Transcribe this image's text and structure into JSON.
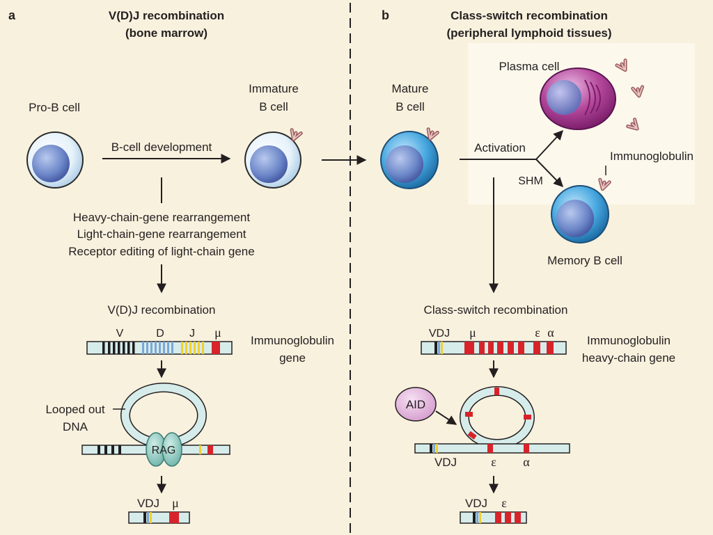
{
  "panels": {
    "a": {
      "letter": "a",
      "title_line1": "V(D)J recombination",
      "title_line2": "(bone marrow)",
      "pro_b_cell": "Pro-B cell",
      "immature_b_cell_line1": "Immature",
      "immature_b_cell_line2": "B cell",
      "development_label": "B-cell development",
      "rearrangement_steps": [
        "Heavy-chain-gene rearrangement",
        "Light-chain-gene rearrangement",
        "Receptor editing of light-chain gene"
      ],
      "vdj_recombination_label": "V(D)J recombination",
      "segment_labels": {
        "v": "V",
        "d": "D",
        "j": "J",
        "mu": "μ"
      },
      "gene_label_line1": "Immunoglobulin",
      "gene_label_line2": "gene",
      "looped_out_line1": "Looped out",
      "looped_out_line2": "DNA",
      "rag_label": "RAG",
      "result_vdj": "VDJ",
      "result_mu": "μ"
    },
    "b": {
      "letter": "b",
      "title_line1": "Class-switch recombination",
      "title_line2": "(peripheral lymphoid tissues)",
      "mature_b_cell_line1": "Mature",
      "mature_b_cell_line2": "B cell",
      "plasma_cell": "Plasma cell",
      "activation_label": "Activation",
      "shm_label": "SHM",
      "immunoglobulin_label": "Immunoglobulin",
      "memory_b_cell": "Memory B cell",
      "csr_label": "Class-switch recombination",
      "gene_vdj": "VDJ",
      "gene_mu": "μ",
      "gene_epsilon": "ε",
      "gene_alpha": "α",
      "gene_label_line1": "Immunoglobulin",
      "gene_label_line2": "heavy-chain gene",
      "aid_label": "AID",
      "loop_vdj": "VDJ",
      "loop_epsilon": "ε",
      "loop_alpha": "α",
      "result_vdj": "VDJ",
      "result_epsilon": "ε"
    }
  },
  "colors": {
    "background": "#f8f1de",
    "plasma_region": "#fdf8ec",
    "dna_fill": "#d6ecea",
    "segment_v": "#1e1e1e",
    "segment_d": "#7aa6d8",
    "segment_j": "#f0d030",
    "constant_red": "#d8232a",
    "cell_blue": "#4aa9e0",
    "plasma_magenta": "#a8308c",
    "antibody": "#b07070",
    "aid_fill": "#e6b8e0",
    "rag_fill": "#8ec9c0"
  }
}
